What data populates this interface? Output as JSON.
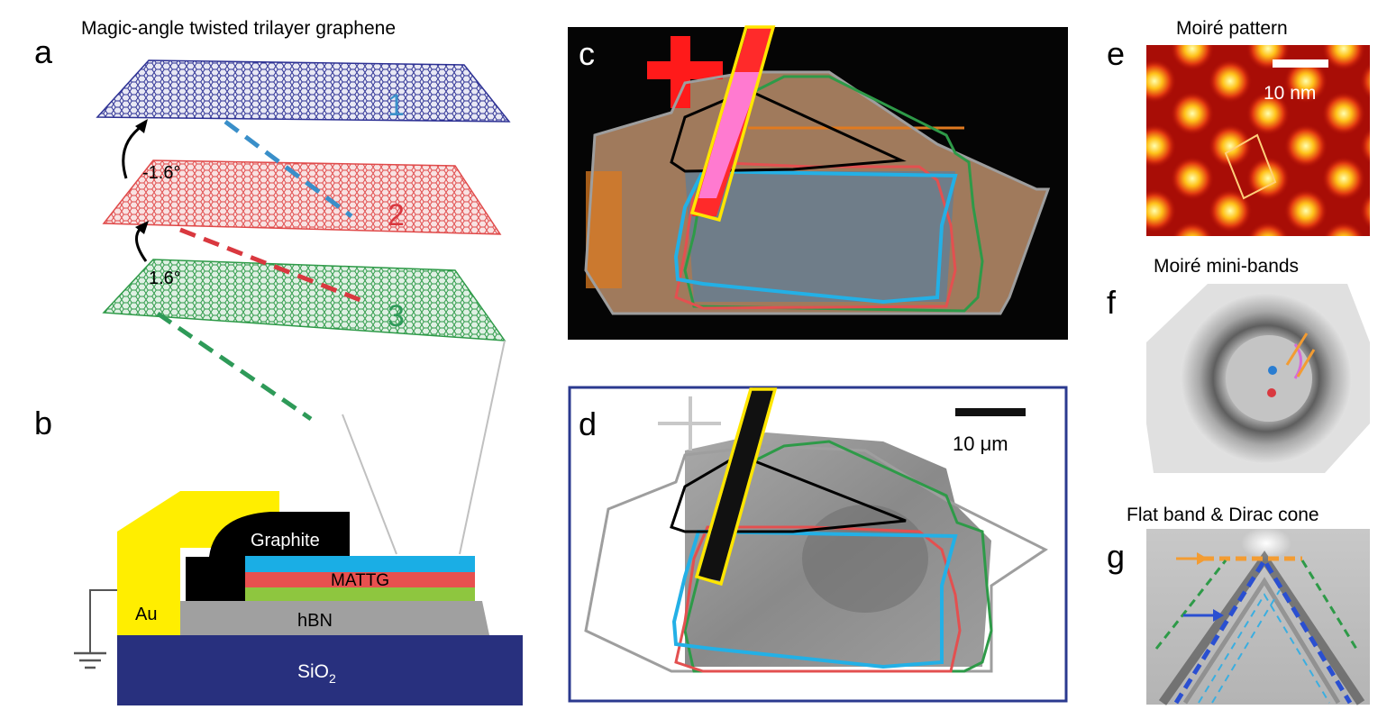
{
  "panels": {
    "a": {
      "letter": "a",
      "title": "Magic-angle twisted trilayer graphene",
      "layer_labels": [
        "1",
        "2",
        "3"
      ],
      "angle_top": "-1.6°",
      "angle_bottom": "1.6°",
      "layer_colors": [
        "#2d3194",
        "#e04a4a",
        "#2e9a48"
      ],
      "label_colors": [
        "#3a8fc9",
        "#d9383f",
        "#2e9a58"
      ]
    },
    "b": {
      "letter": "b",
      "labels": {
        "graphite": "Graphite",
        "mattg": "MATTG",
        "au": "Au",
        "hbn": "hBN",
        "sio2": "SiO",
        "sio2_sub": "2"
      },
      "colors": {
        "au": "#ffee00",
        "graphite": "#000000",
        "layer_top": "#1aaee5",
        "layer_mid": "#e8504f",
        "layer_bot": "#8ec63f",
        "hbn": "#a0a0a0",
        "sio2": "#28307e"
      }
    },
    "c": {
      "letter": "c",
      "outline_colors": [
        "#9e9e9e",
        "#2e9a48",
        "#e35050",
        "#23b0e6",
        "#000000",
        "#ffe600"
      ]
    },
    "d": {
      "letter": "d",
      "scalebar_label": "10 μm",
      "frame_color": "#2b3a8f"
    },
    "e": {
      "letter": "e",
      "title": "Moiré pattern",
      "scalebar_label": "10 nm"
    },
    "f": {
      "letter": "f",
      "title": "Moiré mini-bands",
      "dot_colors": [
        "#2a7dd1",
        "#d9383f"
      ]
    },
    "g": {
      "letter": "g",
      "title": "Flat band & Dirac cone",
      "arrow_colors": [
        "#f39c32",
        "#2a4fd1"
      ]
    }
  }
}
